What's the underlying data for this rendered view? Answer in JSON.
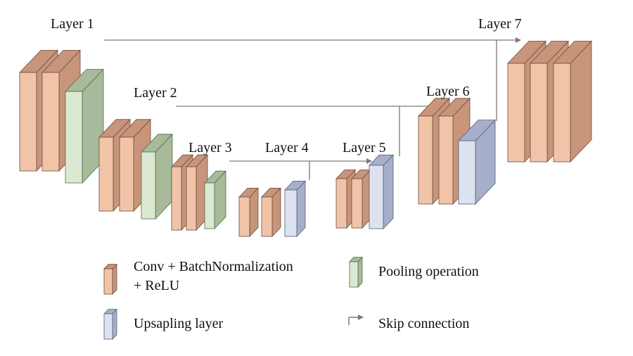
{
  "layers": [
    {
      "id": "layer-1",
      "label": "Layer 1"
    },
    {
      "id": "layer-2",
      "label": "Layer 2"
    },
    {
      "id": "layer-3",
      "label": "Layer 3"
    },
    {
      "id": "layer-4",
      "label": "Layer 4"
    },
    {
      "id": "layer-5",
      "label": "Layer 5"
    },
    {
      "id": "layer-6",
      "label": "Layer 6"
    },
    {
      "id": "layer-7",
      "label": "Layer 7"
    }
  ],
  "block_kinds": {
    "conv": {
      "front": "#f1c4a8",
      "side": "#c8957a",
      "edge": "#6b4a3a"
    },
    "pool": {
      "front": "#dce9d2",
      "side": "#a7ba99",
      "edge": "#58684f"
    },
    "up": {
      "front": "#dde2f0",
      "side": "#a6afc9",
      "edge": "#555d78"
    }
  },
  "skip_line_color": "#7a7a7a",
  "legend": {
    "conv_line1": "Conv + BatchNormalization",
    "conv_line2": "+ ReLU",
    "pooling": "Pooling operation",
    "upsampling": "Upsapling layer",
    "skip": "Skip connection"
  }
}
